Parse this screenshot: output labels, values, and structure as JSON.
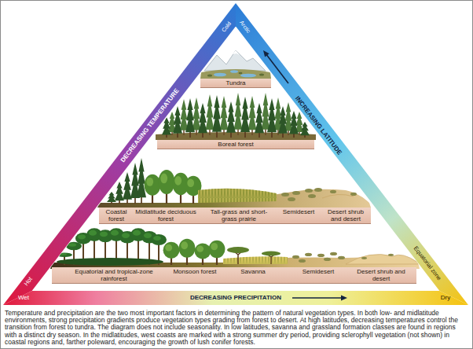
{
  "diagram": {
    "caption": "Temperature and precipitation are the two most important factors in determining the pattern of natural vegetation types. In both low- and midlatitude environments, strong precipitation gradients produce vegetation types grading from forest to desert. At high latitudes, decreasing temperatures control the transition from forest to tundra. The diagram does not include seasonality. In low latitudes, savanna and grassland formation classes are found in regions with a distinct dry season. In the midlatitudes, west coasts are marked with a strong summer dry period, providing sclerophyll vegetation (not shown) in coastal regions and, farther poleward, encouraging the growth of lush conifer forests.",
    "nodes": [
      {
        "text": [
          "Tundra"
        ]
      },
      {
        "text": [
          "Boreal forest"
        ]
      },
      {
        "text": [
          "Coastal forest",
          "Midlatitude deciduous forest",
          "Tall-grass and short-grass prairie",
          "Semidesert",
          "Desert shrub and desert"
        ]
      },
      {
        "text": [
          "Equatorial and tropical-zone rainforest",
          "Monsoon forest",
          "Savanna",
          "Semidesert",
          "Desert shrub and desert"
        ]
      }
    ],
    "labels": [
      "Cold",
      "Arctic",
      "DECREASING TEMPERATURE",
      "INCREASING LATITUDE",
      "Hot",
      "Equatorial zone",
      "Wet",
      "DECREASING PRECIPITATION",
      "Dry"
    ]
  }
}
